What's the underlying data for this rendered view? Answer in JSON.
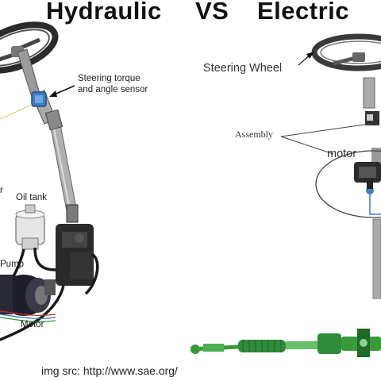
{
  "title": {
    "left": "Hydraulic",
    "vs": "VS",
    "right": "Electric"
  },
  "hydraulic_labels": {
    "sensor_line1": "Steering torque",
    "sensor_line2": "and angle sensor",
    "oil_tank": "Oil tank",
    "pump": "Pump",
    "motor": "Motor",
    "partial": "r"
  },
  "electric_labels": {
    "steering_wheel": "Steering Wheel",
    "assembly": "Assembly",
    "motor": "motor"
  },
  "credit": "img src: http://www.sae.org/",
  "colors": {
    "rack_green": "#3a9a3a",
    "sensor_blue": "#3a7fc4",
    "dark_metal": "#2a2a2a"
  }
}
